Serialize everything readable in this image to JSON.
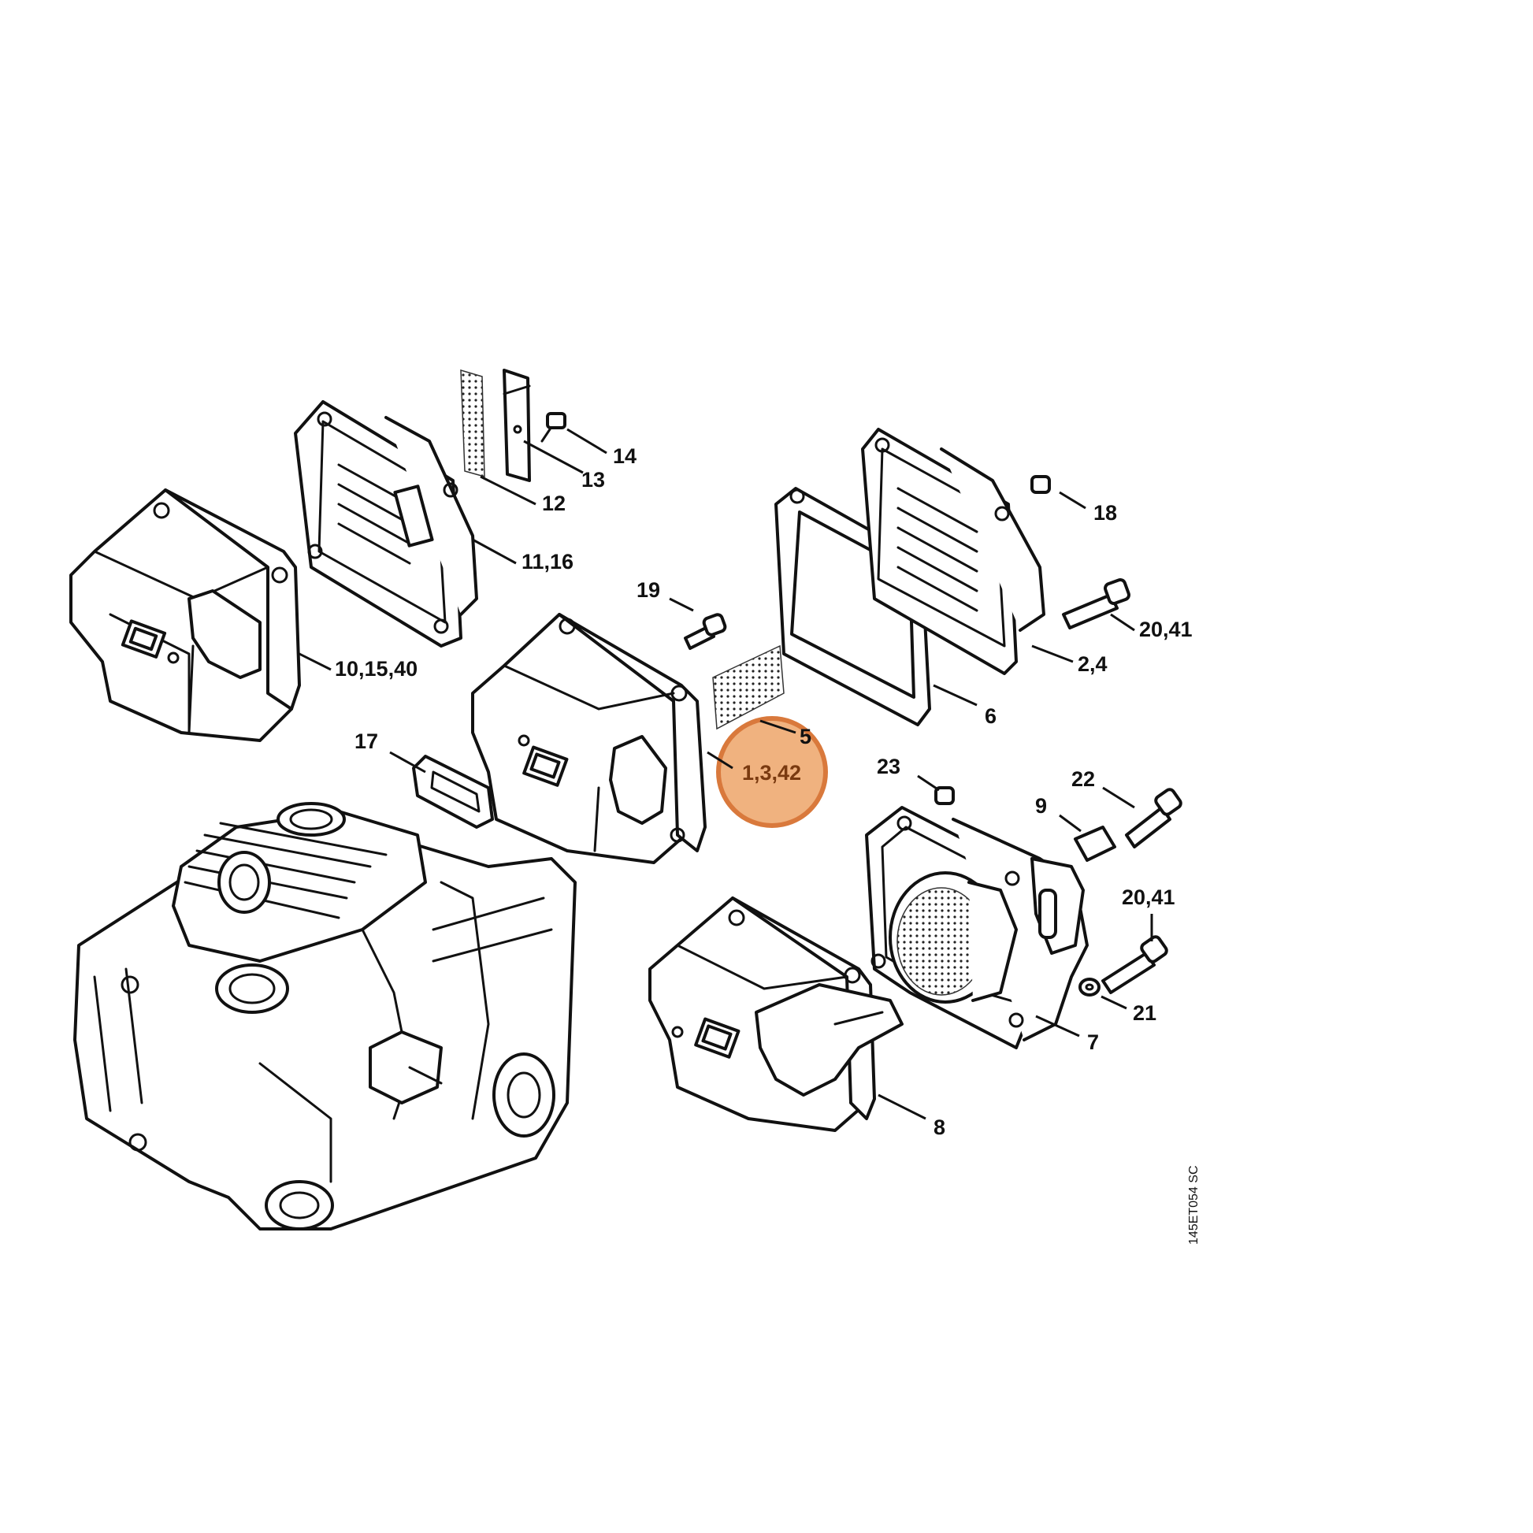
{
  "diagram": {
    "highlight_color": "#f0b27f",
    "highlight_border": "#d9793c",
    "callouts": {
      "c1_3_42": "1,3,42",
      "c2_4": "2,4",
      "c5": "5",
      "c6": "6",
      "c7": "7",
      "c8": "8",
      "c9": "9",
      "c10_15_40": "10,15,40",
      "c11_16": "11,16",
      "c12": "12",
      "c13": "13",
      "c14": "14",
      "c17": "17",
      "c18": "18",
      "c19": "19",
      "c20_41_a": "20,41",
      "c20_41_b": "20,41",
      "c21": "21",
      "c22": "22",
      "c23": "23"
    },
    "drawing_code": "145ET054 SC"
  }
}
